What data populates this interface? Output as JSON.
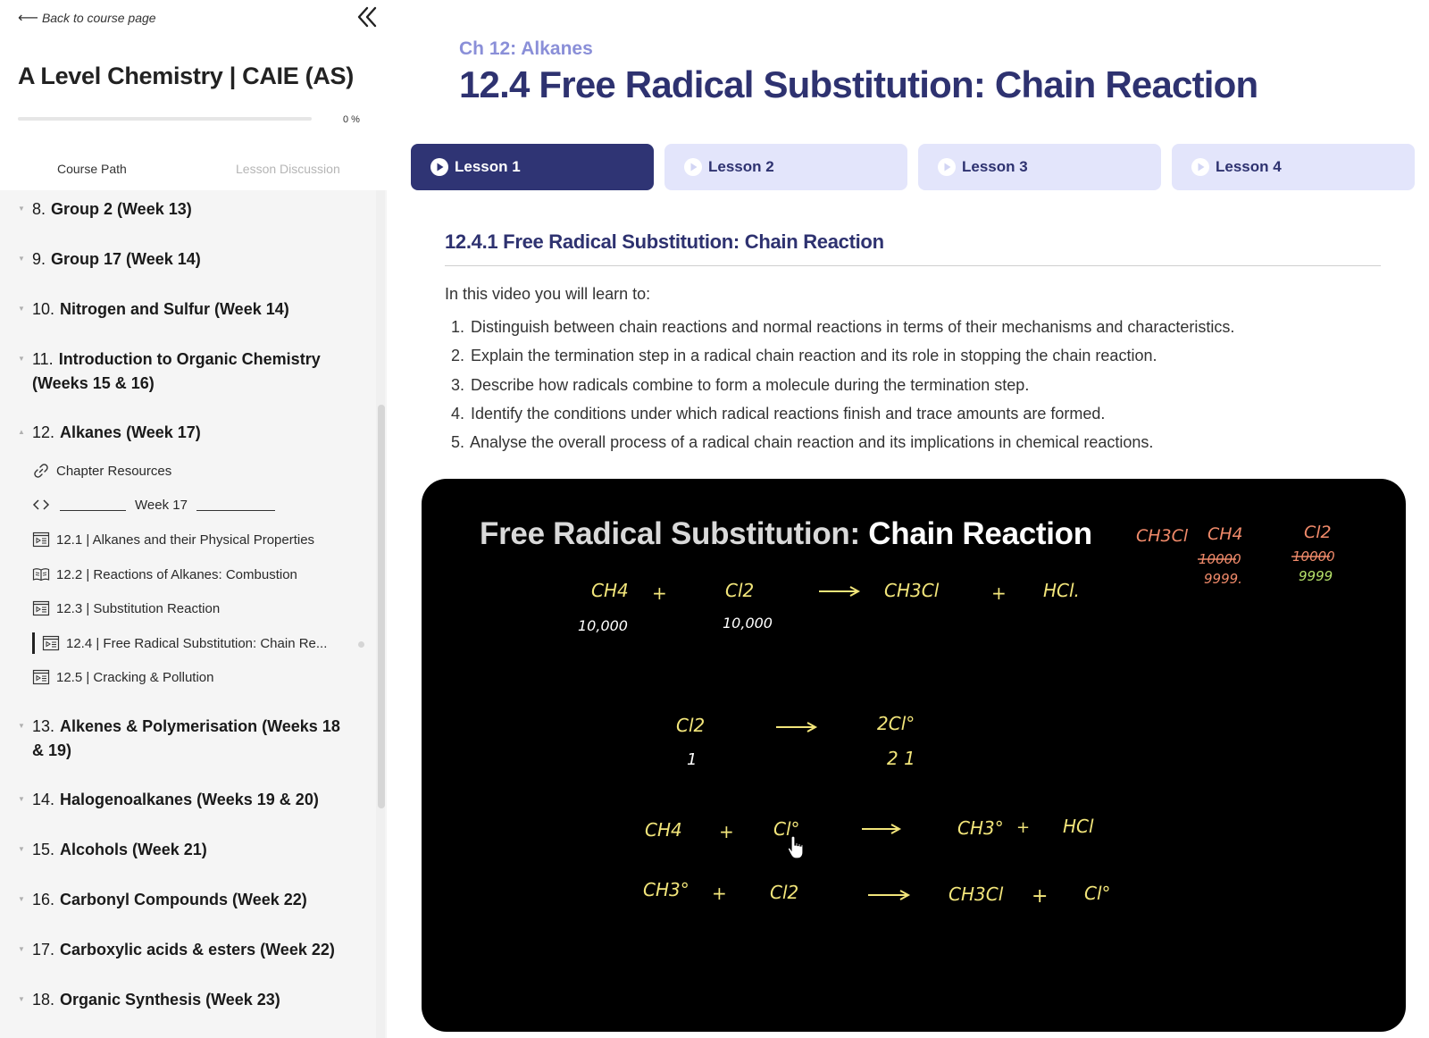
{
  "sidebar": {
    "back_label": "Back to course page",
    "course_title": "A Level Chemistry | CAIE (AS)",
    "progress_percent": 0,
    "progress_label": "0 %",
    "tabs": {
      "course_path": "Course Path",
      "lesson_discussion": "Lesson Discussion"
    },
    "chapters_before": [
      {
        "num": "8.",
        "name": "Group 2 (Week 13)"
      },
      {
        "num": "9.",
        "name": "Group 17 (Week 14)"
      },
      {
        "num": "10.",
        "name": "Nitrogen and Sulfur (Week 14)"
      },
      {
        "num": "11.",
        "name": "Introduction to Organic Chemistry (Weeks 15 & 16)"
      },
      {
        "num": "12.",
        "name": "Alkanes (Week 17)"
      }
    ],
    "sub_items": {
      "resources": "Chapter Resources",
      "week": "Week 17",
      "lessons": [
        "12.1 | Alkanes and their Physical Properties",
        "12.2 | Reactions of Alkanes: Combustion",
        "12.3 | Substitution Reaction",
        "12.4 | Free Radical Substitution: Chain Re...",
        "12.5 | Cracking & Pollution"
      ]
    },
    "chapters_after": [
      {
        "num": "13.",
        "name": "Alkenes & Polymerisation (Weeks 18 & 19)"
      },
      {
        "num": "14.",
        "name": "Halogenoalkanes (Weeks 19 & 20)"
      },
      {
        "num": "15.",
        "name": "Alcohols (Week 21)"
      },
      {
        "num": "16.",
        "name": "Carbonyl Compounds (Week 22)"
      },
      {
        "num": "17.",
        "name": "Carboxylic acids & esters (Week 22)"
      },
      {
        "num": "18.",
        "name": "Organic Synthesis (Week 23)"
      }
    ]
  },
  "main": {
    "chapter_label": "Ch 12:  Alkanes",
    "title": "12.4 Free Radical Substitution: Chain Reaction",
    "lesson_tabs": [
      "Lesson 1",
      "Lesson 2",
      "Lesson 3",
      "Lesson 4"
    ],
    "section_title": "12.4.1  Free Radical Substitution: Chain Reaction",
    "intro": "In this video you will learn to:",
    "objectives": [
      {
        "num": "1.",
        "text": "Distinguish between chain reactions and normal reactions in terms of their mechanisms and characteristics."
      },
      {
        "num": "2.",
        "text": "Explain the termination step in a radical chain reaction and its role in stopping the chain reaction."
      },
      {
        "num": "3.",
        "text": "Describe how radicals combine to form a molecule during the termination step."
      },
      {
        "num": "4.",
        "text": "Identify the conditions under which radical reactions finish and trace amounts are formed."
      },
      {
        "num": "5.",
        "text": "Analyse the overall process of a radical chain reaction and its implications in chemical reactions."
      }
    ],
    "video": {
      "title_part1": "Free Radical Substitution: ",
      "title_part2": "Chain Reaction",
      "board": {
        "top_right": {
          "ch3cl": "CH3Cl",
          "ch4": "CH4",
          "ch4_old": "10000",
          "ch4_new": "9999.",
          "cl2": "Cl2",
          "cl2_old": "10000",
          "cl2_new": "9999"
        },
        "eq1": {
          "r1": "CH4",
          "plus1": "+",
          "r2": "Cl2",
          "p1": "CH3Cl",
          "plus2": "+",
          "p2": "HCl.",
          "n1": "10,000",
          "n2": "10,000"
        },
        "eq2": {
          "r1": "Cl2",
          "p1": "2Cl°",
          "n1": "1",
          "n2": "2 1"
        },
        "eq3": {
          "r1": "CH4",
          "plus1": "+",
          "r2": "Cl°",
          "p1": "CH3°",
          "plus2": "+",
          "p2": "HCl"
        },
        "eq4": {
          "r1": "CH3°",
          "plus1": "+",
          "r2": "Cl2",
          "p1": "CH3Cl",
          "plus2": "+",
          "p2": "Cl°"
        }
      }
    }
  },
  "colors": {
    "accent_dark": "#2f3474",
    "accent_light": "#e3e5fb",
    "chapter_label": "#8a8fd8",
    "title": "#2e3270"
  },
  "icons": [
    "back-arrow-icon",
    "double-chevron-left-icon",
    "link-icon",
    "code-icon",
    "video-lesson-icon",
    "book-icon",
    "play-icon",
    "hand-pointer-icon"
  ]
}
